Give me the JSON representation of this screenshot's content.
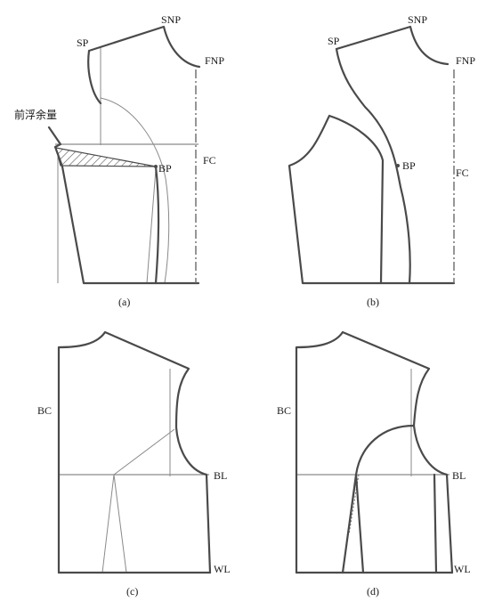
{
  "panel_a": {
    "snp": "SNP",
    "sp": "SP",
    "fnp": "FNP",
    "annotation": "前浮余量",
    "bp": "BP",
    "fc": "FC",
    "caption": "(a)"
  },
  "panel_b": {
    "snp": "SNP",
    "sp": "SP",
    "fnp": "FNP",
    "bp": "BP",
    "fc": "FC",
    "caption": "(b)"
  },
  "panel_c": {
    "bc": "BC",
    "bl": "BL",
    "wl": "WL",
    "caption": "(c)"
  },
  "panel_d": {
    "bc": "BC",
    "bl": "BL",
    "wl": "WL",
    "caption": "(d)"
  },
  "colors": {
    "outline": "#4a4a4a",
    "construction": "#8a8a8a",
    "text": "#1a1a1a"
  }
}
